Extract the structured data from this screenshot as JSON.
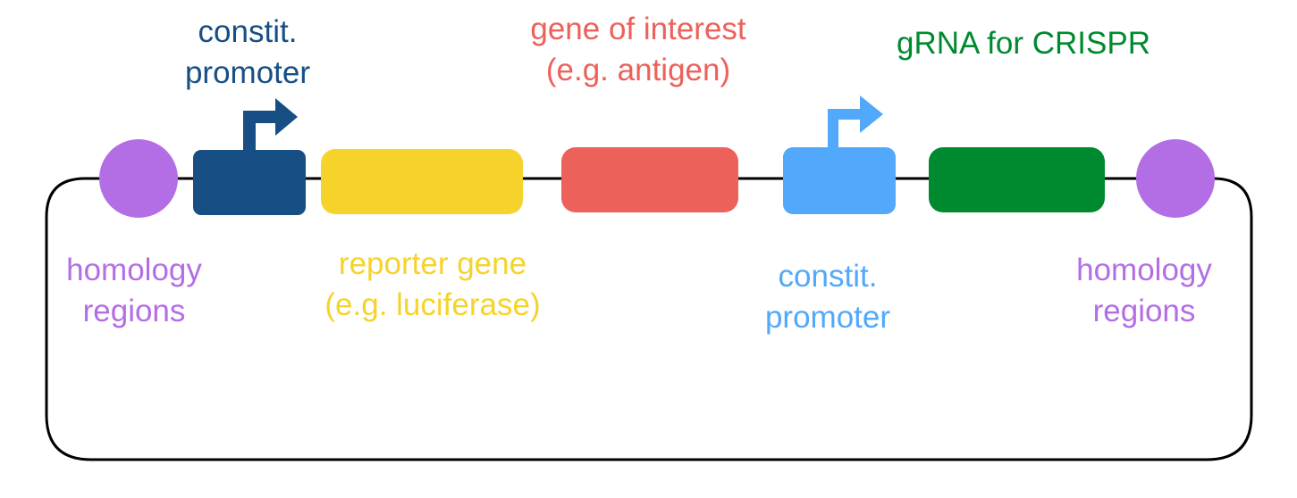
{
  "labels": {
    "promoter_1": {
      "line1": "constit.",
      "line2": "promoter"
    },
    "gene_of_interest": {
      "line1": "gene of interest",
      "line2": "(e.g. antigen)"
    },
    "grna": {
      "line1": "gRNA for CRISPR"
    },
    "homology_left": {
      "line1": "homology",
      "line2": "regions"
    },
    "reporter_gene": {
      "line1": "reporter gene",
      "line2": "(e.g. luciferase)"
    },
    "promoter_2": {
      "line1": "constit.",
      "line2": "promoter"
    },
    "homology_right": {
      "line1": "homology",
      "line2": "regions"
    }
  },
  "colors": {
    "homology": "#b36ee6",
    "promoter_1": "#174f85",
    "reporter": "#f6d32b",
    "gene_of_interest": "#ec615a",
    "promoter_2": "#52a8fa",
    "grna": "#008a30",
    "backbone": "#000000"
  }
}
